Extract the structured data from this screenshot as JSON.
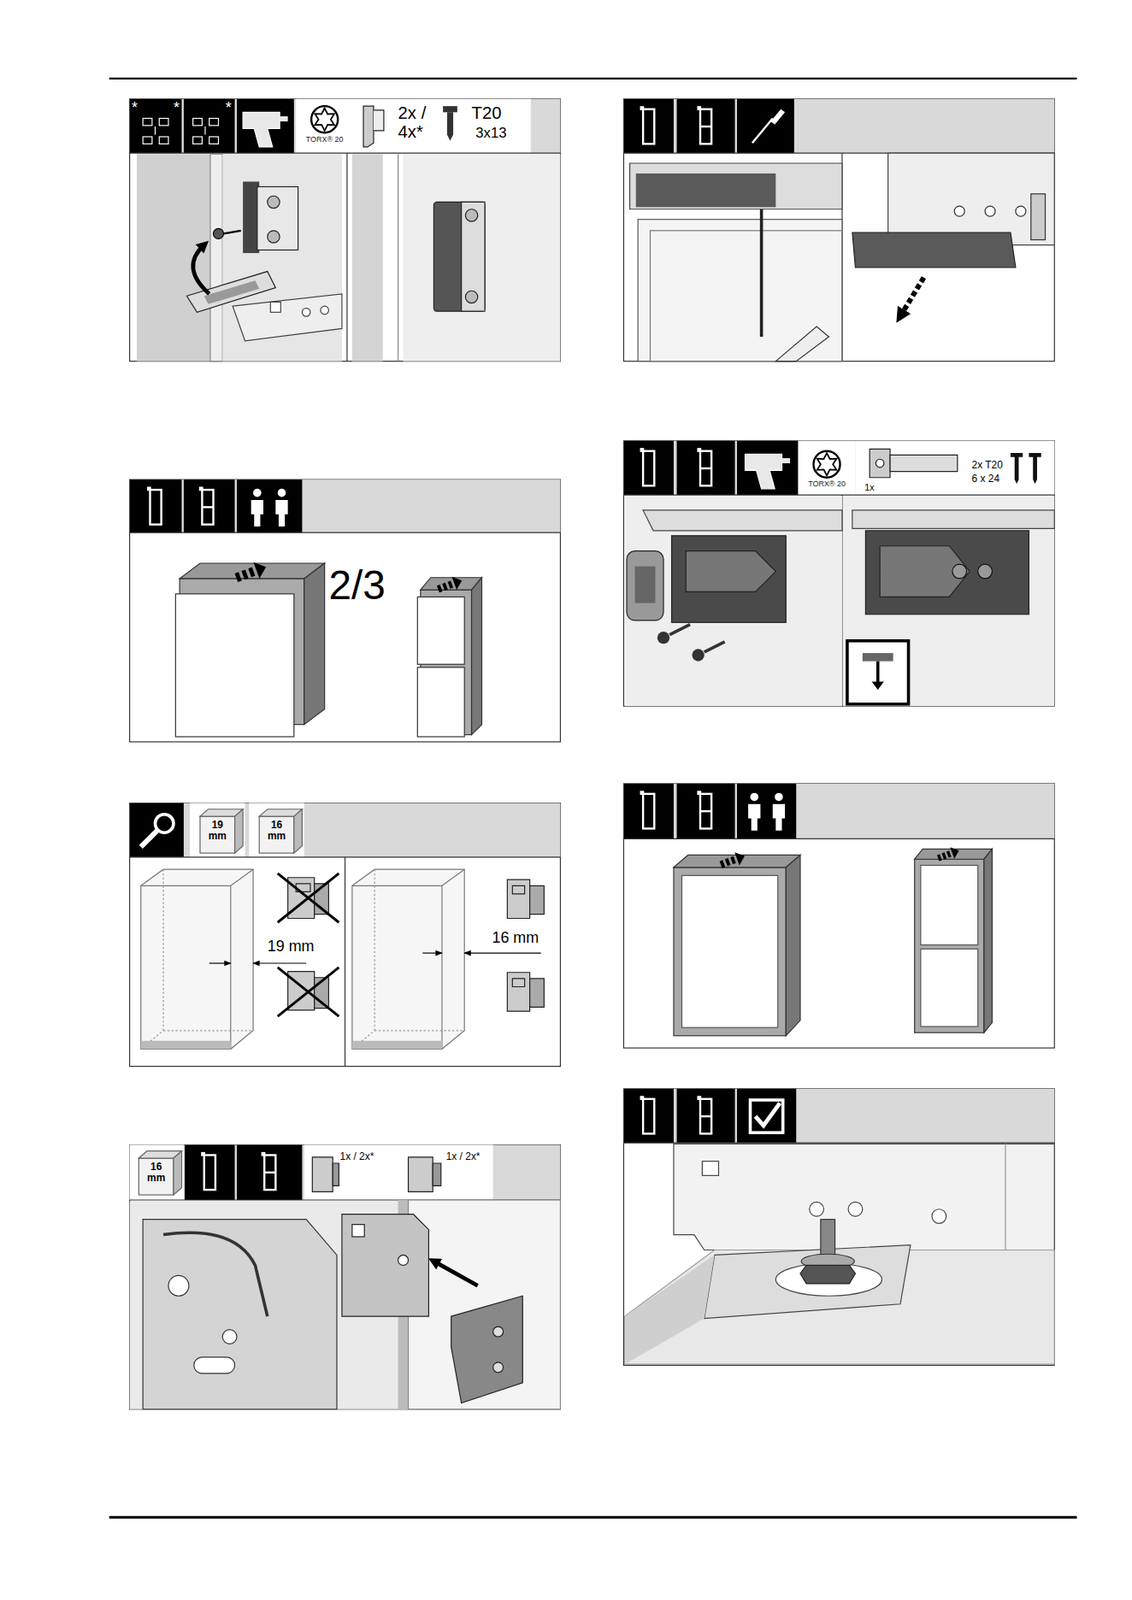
{
  "diagram": {
    "labels": [
      "*",
      "*",
      "*",
      "TORX® 20",
      "2x /",
      "4x*",
      "T20",
      "3x13",
      "2/3",
      "19 mm",
      "16 mm",
      "19 mm",
      "16 mm",
      "16 mm",
      "1x / 2x*",
      "1x / 2x*",
      "TORX® 20",
      "1x",
      "2x T20",
      "6 x 24"
    ]
  }
}
